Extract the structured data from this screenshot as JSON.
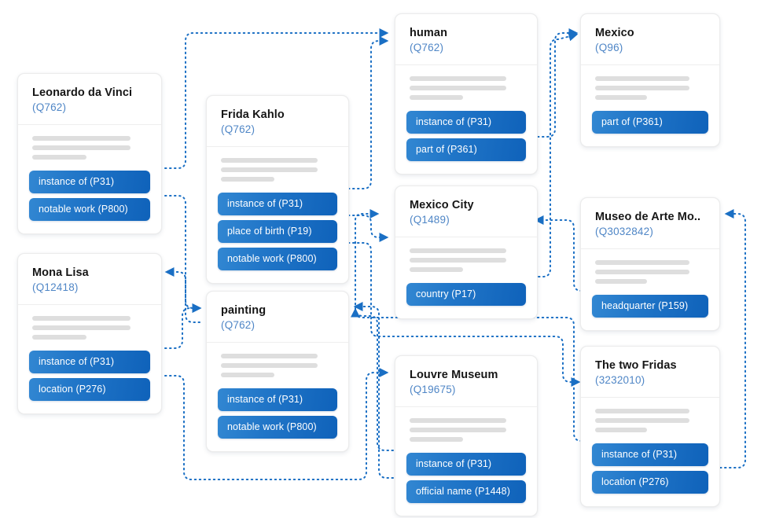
{
  "diagram": {
    "type": "knowledge-graph",
    "background": "#ffffff",
    "accent": "#1a6fc4",
    "qid_color": "#4f86c6",
    "pill_gradient_from": "#3287d2",
    "pill_gradient_to": "#0f62ba"
  },
  "nodes": [
    {
      "id": "leonardo",
      "title": "Leonardo da Vinci",
      "qid": "(Q762)",
      "properties": [
        {
          "label": "instance of (P31)"
        },
        {
          "label": "notable work (P800)"
        }
      ]
    },
    {
      "id": "mona-lisa",
      "title": "Mona Lisa",
      "qid": "(Q12418)",
      "properties": [
        {
          "label": "instance of (P31)"
        },
        {
          "label": "location (P276)"
        }
      ]
    },
    {
      "id": "frida-kahlo",
      "title": "Frida Kahlo",
      "qid": "(Q762)",
      "properties": [
        {
          "label": "instance of (P31)"
        },
        {
          "label": "place of birth (P19)"
        },
        {
          "label": "notable work (P800)"
        }
      ]
    },
    {
      "id": "painting",
      "title": "painting",
      "qid": "(Q762)",
      "properties": [
        {
          "label": "instance of (P31)"
        },
        {
          "label": "notable work (P800)"
        }
      ]
    },
    {
      "id": "human",
      "title": "human",
      "qid": "(Q762)",
      "properties": [
        {
          "label": "instance of (P31)"
        },
        {
          "label": "part of (P361)"
        }
      ]
    },
    {
      "id": "mexico-city",
      "title": "Mexico City",
      "qid": "(Q1489)",
      "properties": [
        {
          "label": "country (P17)"
        }
      ]
    },
    {
      "id": "louvre",
      "title": "Louvre Museum",
      "qid": "(Q19675)",
      "properties": [
        {
          "label": "instance of (P31)"
        },
        {
          "label": "official name (P1448)"
        }
      ]
    },
    {
      "id": "mexico",
      "title": "Mexico",
      "qid": "(Q96)",
      "properties": [
        {
          "label": "part of (P361)"
        }
      ]
    },
    {
      "id": "museo",
      "title": "Museo de Arte Mo..",
      "qid": "(Q3032842)",
      "properties": [
        {
          "label": "headquarter (P159)"
        }
      ]
    },
    {
      "id": "two-fridas",
      "title": "The two Fridas",
      "qid": "(3232010)",
      "properties": [
        {
          "label": "instance of (P31)"
        },
        {
          "label": "location (P276)"
        }
      ]
    }
  ],
  "edges": [
    {
      "from": "leonardo.instance of (P31)",
      "to": "human"
    },
    {
      "from": "leonardo.notable work (P800)",
      "to": "painting"
    },
    {
      "from": "mona-lisa.instance of (P31)",
      "to": "painting"
    },
    {
      "from": "mona-lisa.location (P276)",
      "to": "louvre"
    },
    {
      "from": "frida-kahlo.instance of (P31)",
      "to": "human"
    },
    {
      "from": "frida-kahlo.place of birth (P19)",
      "to": "mexico-city"
    },
    {
      "from": "frida-kahlo.notable work (P800)",
      "to": "two-fridas"
    },
    {
      "from": "painting.instance of (P31)",
      "to": "mona-lisa"
    },
    {
      "from": "human.part of (P361)",
      "to": "mexico"
    },
    {
      "from": "mexico-city.country (P17)",
      "to": "mexico"
    },
    {
      "from": "louvre.instance of (P31)",
      "to": "mexico-city"
    },
    {
      "from": "louvre.official name (P1448)",
      "to": "painting"
    },
    {
      "from": "museo.headquarter (P159)",
      "to": "mexico-city"
    },
    {
      "from": "two-fridas.instance of (P31)",
      "to": "painting"
    },
    {
      "from": "two-fridas.location (P276)",
      "to": "museo"
    }
  ]
}
